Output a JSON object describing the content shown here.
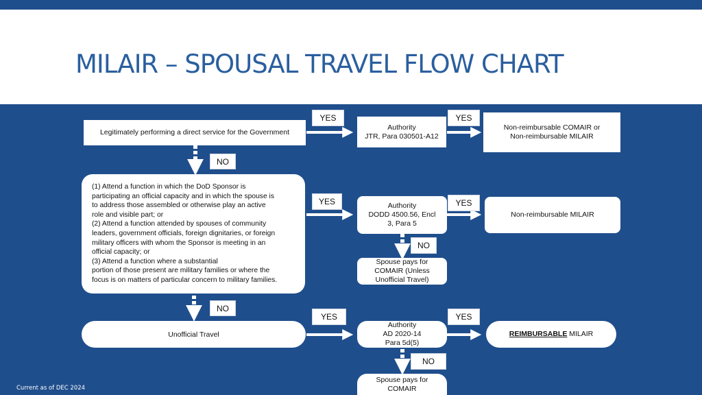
{
  "title": "MILAIR – SPOUSAL TRAVEL FLOW CHART",
  "footer": "Current as of DEC 2024",
  "labels": {
    "yes": "YES",
    "no": "NO"
  },
  "row1": {
    "start": "Legitimately performing a direct service for the Government",
    "authority_line1": "Authority",
    "authority_line2": "JTR, Para 030501-A12",
    "result_line1": "Non-reimbursable COMAIR or",
    "result_line2": "Non-reimbursable MILAIR"
  },
  "row2": {
    "conditions": [
      "(1) Attend a function in which the DoD Sponsor is",
      "participating an official capacity and in which the spouse is",
      "to address those assembled or otherwise play an active",
      "role and visible part; or",
      "(2) Attend a function attended by spouses of community",
      "leaders, government officials, foreign dignitaries, or foreign",
      "military officers with whom the Sponsor is meeting in an",
      "official capacity; or",
      "(3) Attend a function where a substantial",
      "portion of those present are military families or where the",
      "focus is on matters of particular concern to military families."
    ],
    "authority_line1": "Authority",
    "authority_line2": "DODD 4500.56, Encl",
    "authority_line3": "3, Para 5",
    "result": "Non-reimbursable MILAIR",
    "no_line1": "Spouse pays for",
    "no_line2": "COMAIR (Unless",
    "no_line3": "Unofficial Travel)"
  },
  "row3": {
    "start": "Unofficial Travel",
    "authority_line1": "Authority",
    "authority_line2": "AD 2020-14",
    "authority_line3": "Para 5d(5)",
    "result_bold": "REIMBURSABLE",
    "result_rest": " MILAIR",
    "no_line1": "Spouse pays for",
    "no_line2": "COMAIR"
  },
  "colors": {
    "background": "#1f4e8c",
    "title": "#2a5f9e",
    "box": "#ffffff"
  }
}
